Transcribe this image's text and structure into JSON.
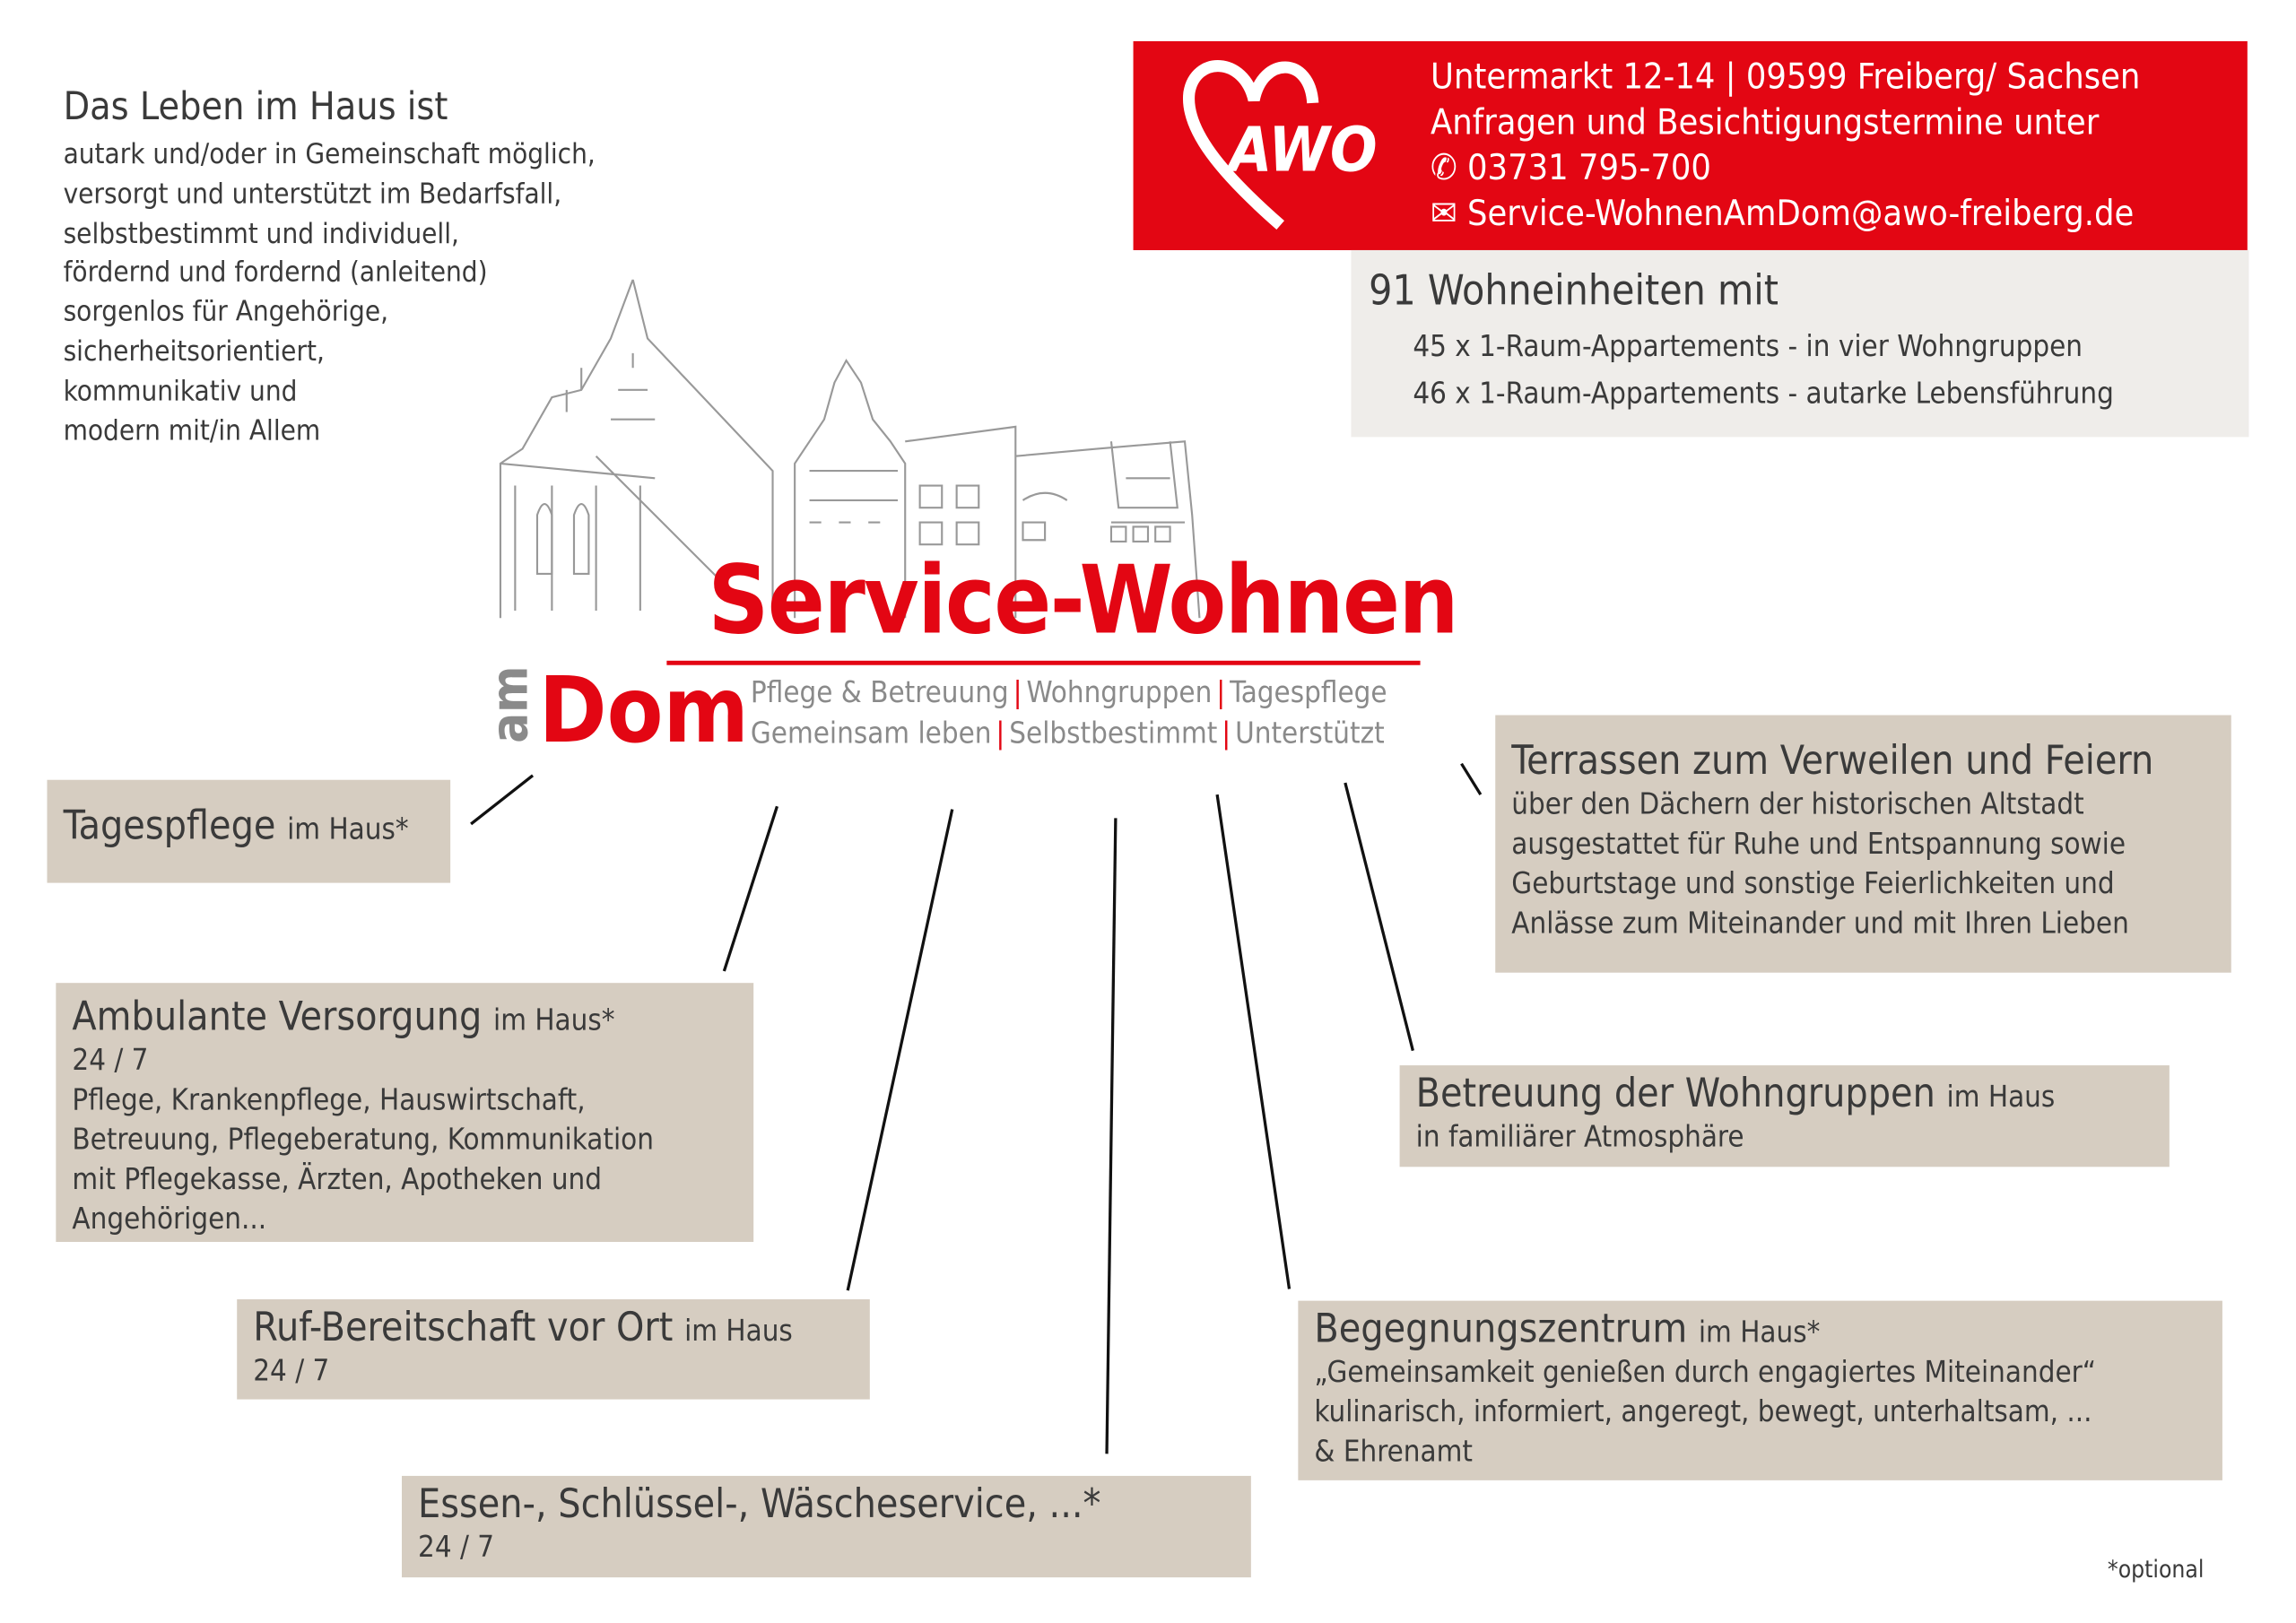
{
  "intro": {
    "title": "Das Leben im Haus ist",
    "lines": [
      "autark und/oder in Gemeinschaft möglich,",
      "versorgt und unterstützt im Bedarfsfall,",
      "selbstbestimmt und individuell,",
      "fördernd und fordernd (anleitend)",
      "sorgenlos für Angehörige,",
      "sicherheitsorientiert,",
      "kommunikativ und",
      "modern mit/in Allem"
    ]
  },
  "contact": {
    "logo": "AWO",
    "address": "Untermarkt 12-14 | 09599 Freiberg/ Sachsen",
    "inquiry": "Anfragen und Besichtigungstermine unter",
    "phone": "03731 795-700",
    "email": "Service-WohnenAmDom@awo-freiberg.de"
  },
  "units": {
    "title": "91 Wohneinheiten mit",
    "lines": [
      "45 x 1-Raum-Appartements - in vier Wohngruppen",
      "46 x 1-Raum-Appartements - autarke Lebensführung"
    ]
  },
  "brand": {
    "title": "Service-Wohnen",
    "am": "am",
    "dom": "Dom",
    "tagline1": [
      "Pflege & Betreuung",
      "Wohngruppen",
      "Tagespflege"
    ],
    "tagline2": [
      "Gemeinsam leben",
      "Selbstbestimmt",
      "Unterstützt"
    ],
    "separator": "|"
  },
  "boxes": {
    "tagespflege": {
      "title": "Tagespflege",
      "suffix": "im Haus*"
    },
    "ambulant": {
      "title": "Ambulante Versorgung",
      "suffix": "im Haus*",
      "lines": [
        "24 / 7",
        "Pflege, Krankenpflege, Hauswirtschaft,",
        "Betreuung, Pflegeberatung, Kommunikation",
        "mit Pflegekasse, Ärzten, Apotheken und",
        "Angehörigen..."
      ]
    },
    "ruf": {
      "title": "Ruf-Bereitschaft vor Ort",
      "suffix": "im Haus",
      "lines": [
        "24 / 7"
      ]
    },
    "essen": {
      "title": "Essen-, Schlüssel-, Wäscheservice, ...*",
      "lines": [
        "24 / 7"
      ]
    },
    "terrassen": {
      "title": "Terrassen zum Verweilen und Feiern",
      "lines": [
        "über den Dächern der historischen Altstadt",
        "ausgestattet für Ruhe und Entspannung sowie",
        "Geburtstage und sonstige Feierlichkeiten und",
        "Anlässe zum Miteinander und mit Ihren Lieben"
      ]
    },
    "betreuung": {
      "title": "Betreuung der Wohngruppen",
      "suffix": "im Haus",
      "lines": [
        "in familiärer Atmosphäre"
      ]
    },
    "begegnung": {
      "title": "Begegnungszentrum",
      "suffix": "im Haus*",
      "lines": [
        "„Gemeinsamkeit genießen durch engagiertes Miteinander“",
        "kulinarisch, informiert, angeregt, bewegt, unterhaltsam, ...",
        "& Ehrenamt"
      ]
    }
  },
  "footnote": "*optional",
  "colors": {
    "red": "#e30613",
    "box": "#d6cdc1",
    "grey": "#efedea"
  }
}
